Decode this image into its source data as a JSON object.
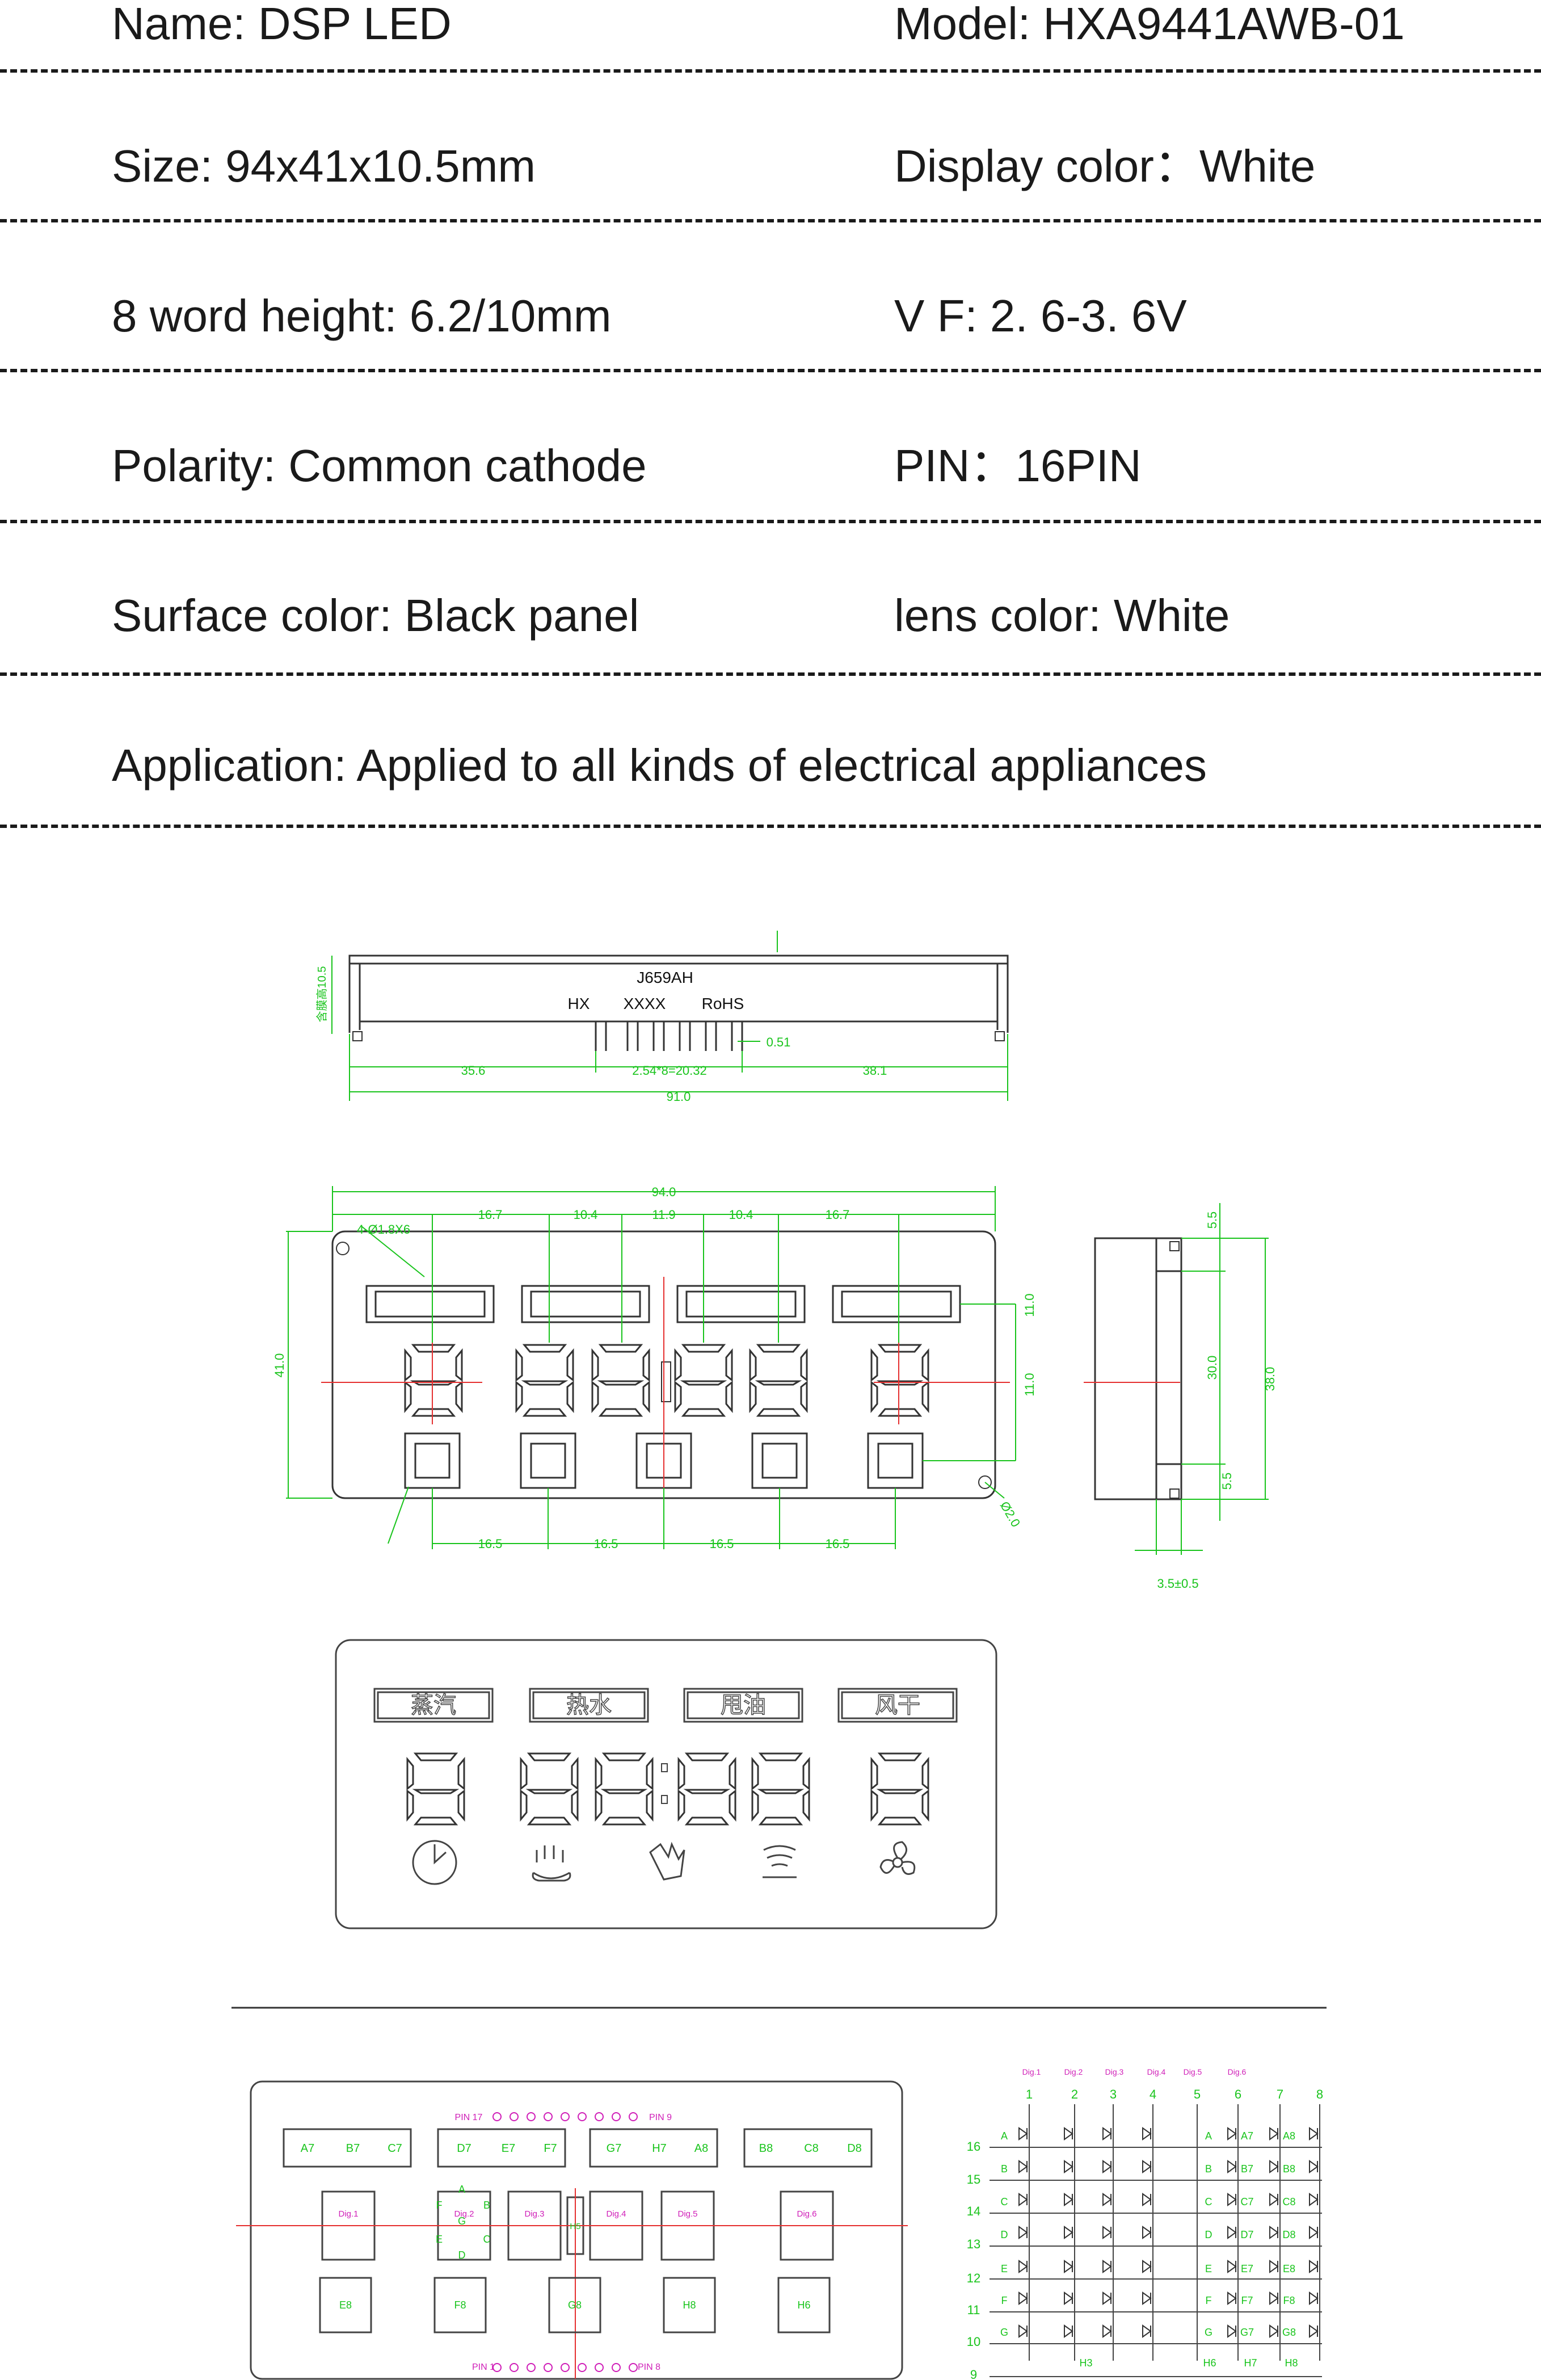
{
  "specs": {
    "rows": [
      {
        "left": "Name: DSP LED",
        "right": "Model: HXA9441AWB-01"
      },
      {
        "left": "Size: 94x41x10.5mm",
        "right": "Display color：White"
      },
      {
        "left": "8 word height: 6.2/10mm",
        "right": " V F: 2. 6-3. 6V"
      },
      {
        "left": "Polarity: Common cathode",
        "right": "PIN：16PIN"
      },
      {
        "left": "Surface color: Black panel",
        "right": "lens color: White"
      },
      {
        "left": "Application: Applied to all kinds of electrical appliances",
        "right": ""
      }
    ]
  },
  "side_view": {
    "part_no": "J659AH",
    "marks": [
      "HX",
      "XXXX",
      "RoHS"
    ],
    "height_label": "含膜高10.5",
    "dims": {
      "left": "35.6",
      "pins": "2.54*8=20.32",
      "pin_w": "0.51",
      "right": "38.1",
      "total": "91.0"
    }
  },
  "front_view": {
    "width": "94.0",
    "top_dims": [
      "16.7",
      "10.4",
      "11.9",
      "10.4",
      "16.7"
    ],
    "bottom_dims": [
      "16.5",
      "16.5",
      "16.5",
      "16.5"
    ],
    "height": "41.0",
    "hole": "4-Ø1.8X6",
    "hole2": "Ø2.0",
    "right_dims": [
      "11.0",
      "11.0"
    ]
  },
  "side_profile": {
    "dims": [
      "5.5",
      "30.0",
      "38.0",
      "5.5"
    ],
    "bottom": "3.5±0.5"
  },
  "panel": {
    "labels": [
      "蒸汽",
      "热水",
      "甩油",
      "风干"
    ]
  },
  "pin_layout": {
    "pin17": "PIN 17",
    "pin9": "PIN 9",
    "pin1": "PIN 1",
    "pin8": "PIN 8",
    "box_groups": [
      [
        "A7",
        "B7",
        "C7"
      ],
      [
        "D7",
        "E7",
        "F7"
      ],
      [
        "G7",
        "H7",
        "A8"
      ],
      [
        "B8",
        "C8",
        "D8"
      ]
    ],
    "digits": [
      "Dig.1",
      "Dig.2",
      "Dig.3",
      "Dig.4",
      "Dig.5",
      "Dig.6"
    ],
    "key_labels": [
      "E8",
      "F8",
      "G8",
      "H8",
      "H6"
    ],
    "seg_letters": [
      "A",
      "B",
      "C",
      "D",
      "E",
      "F",
      "G"
    ],
    "colon_label": "H5"
  },
  "schematic": {
    "digits": [
      "Dig.1",
      "Dig.2",
      "Dig.3",
      "Dig.4",
      "Dig.5",
      "Dig.6"
    ],
    "cols": [
      "1",
      "2",
      "3",
      "4",
      "5",
      "6",
      "7",
      "8"
    ],
    "rows": [
      "16",
      "15",
      "14",
      "13",
      "12",
      "11",
      "10",
      "9"
    ],
    "row_letters": [
      "A",
      "B",
      "C",
      "D",
      "E",
      "F",
      "G"
    ],
    "right_col7": [
      "A7",
      "B7",
      "C7",
      "D7",
      "E7",
      "F7",
      "G7"
    ],
    "right_col8": [
      "A8",
      "B8",
      "C8",
      "D8",
      "E8",
      "F8",
      "G8"
    ],
    "bottom": [
      "H3",
      "H6",
      "H7",
      "H8"
    ]
  }
}
